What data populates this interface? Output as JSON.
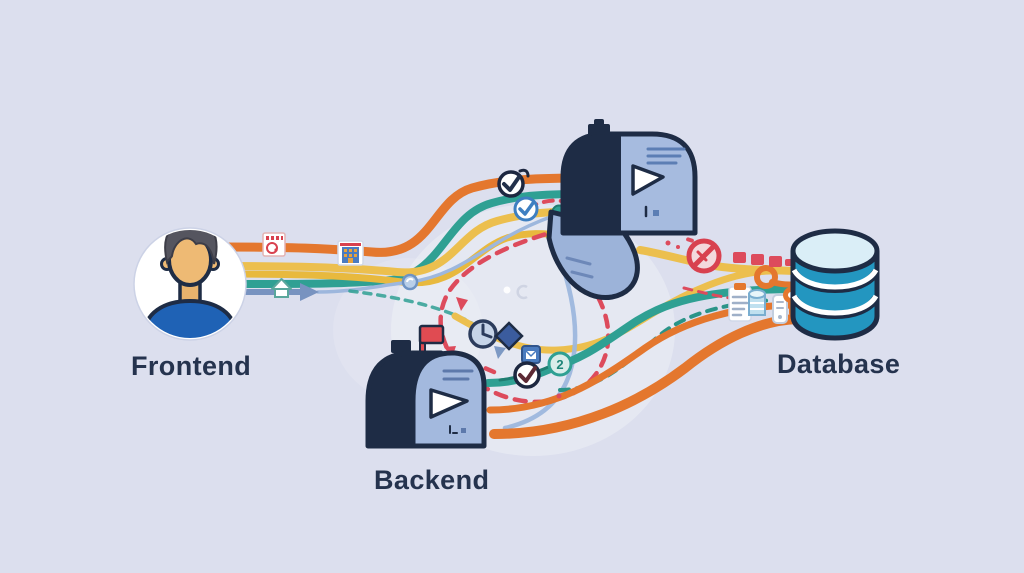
{
  "diagram": {
    "labels": {
      "frontend": "Frontend",
      "backend": "Backend",
      "database": "Database"
    },
    "badges": {
      "queue_message_count": "2"
    },
    "icons": [
      "person-avatar",
      "mailbox-queue-top",
      "mailbox-queue-bottom",
      "database-cylinder",
      "check-circle",
      "blue-check-circle",
      "clock-icon",
      "no-entry-icon",
      "stamp-icon",
      "building-icon",
      "house-icon",
      "clipboard-icon",
      "mini-database-icon",
      "phone-icon",
      "pin-icon",
      "diamond-icon",
      "envelope-badge"
    ],
    "palette": {
      "background": "#dcdfee",
      "orange": "#e4772e",
      "yellow": "#ecbf4e",
      "teal": "#2fa093",
      "red": "#dd4b5c",
      "navy": "#24344e",
      "slate": "#7893c0",
      "mailbox_blue": "#a3b9de",
      "mailbox_dark": "#1e2c45",
      "database_teal": "#2396c0",
      "skin": "#eeba74",
      "shirt_blue": "#1f62b5"
    }
  }
}
